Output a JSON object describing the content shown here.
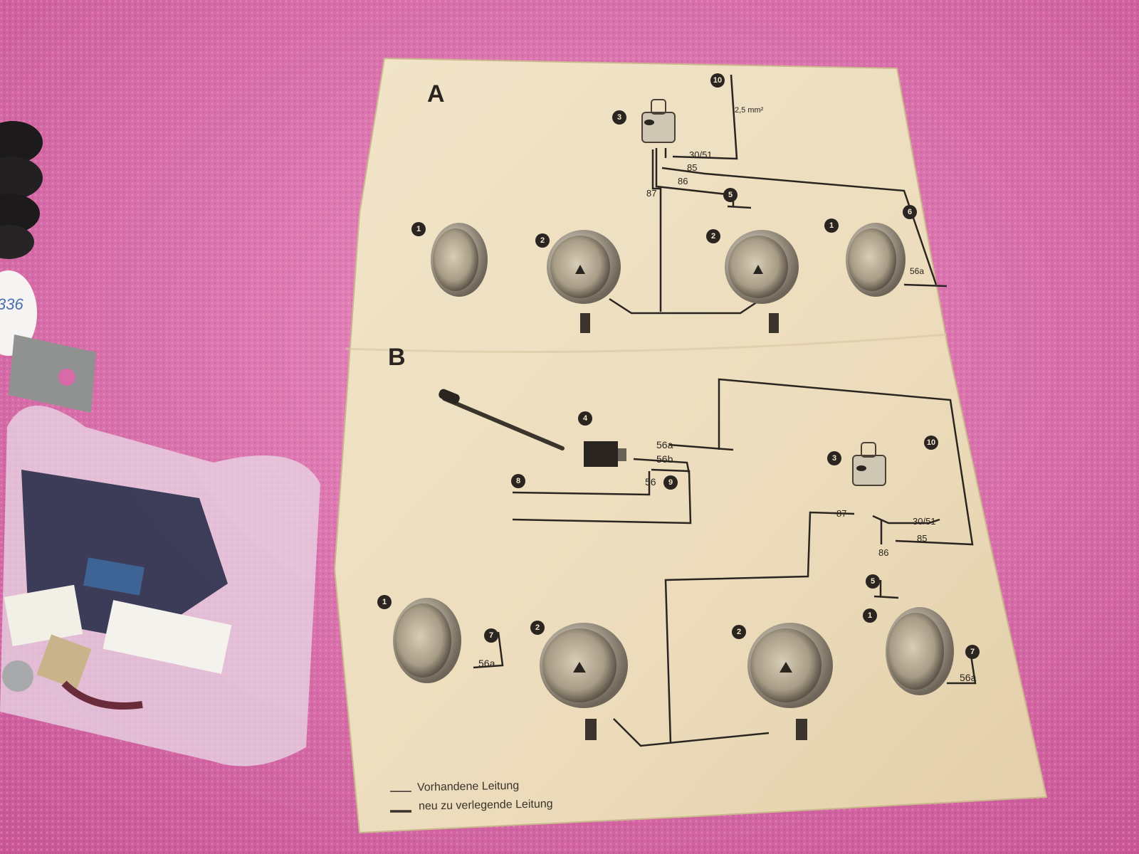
{
  "diagram": {
    "section_a": {
      "title": "A",
      "wire_size": "2,5 mm²",
      "terminals": {
        "t30_51": "30/51",
        "t85": "85",
        "t86": "86",
        "t87": "87",
        "t56a": "56a"
      },
      "numbers": {
        "n10": "10",
        "n3": "3",
        "n5": "5",
        "n6": "6",
        "n1_left": "1",
        "n2_left": "2",
        "n2_right": "2",
        "n1_right": "1"
      }
    },
    "section_b": {
      "title": "B",
      "terminals": {
        "t56a_switch": "56a",
        "t56b": "56b",
        "t56": "56",
        "t87": "87",
        "t30_51": "30/51",
        "t85": "85",
        "t86": "86",
        "t56a_left": "56a",
        "t56a_right": "56a"
      },
      "numbers": {
        "n4": "4",
        "n8": "8",
        "n9": "9",
        "n3": "3",
        "n10": "10",
        "n5": "5",
        "n1_left": "1",
        "n7_left": "7",
        "n2_left": "2",
        "n2_right": "2",
        "n1_right": "1",
        "n7_right": "7"
      }
    },
    "legend": {
      "existing": "Vorhandene Leitung",
      "new": "neu zu verlegende Leitung"
    }
  },
  "sticker_text": "336",
  "colors": {
    "background_towel": "#d86aa8",
    "paper": "#efe2c6",
    "ink": "#2a2520"
  }
}
